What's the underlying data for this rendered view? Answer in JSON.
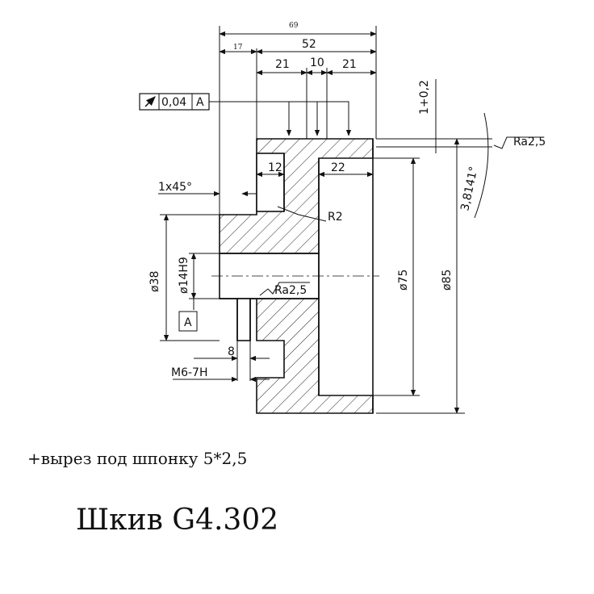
{
  "drawing": {
    "dims": {
      "overall": "69",
      "hub_width": "52",
      "offset": "17",
      "rim_left": "21",
      "web": "10",
      "rim_right": "21",
      "tolerance": "1+0,2",
      "groove_12": "12",
      "groove_22": "22",
      "chamfer": "1x45°",
      "fillet": "R2",
      "d38": "ø38",
      "bore": "ø14H9",
      "d75": "ø75",
      "d85": "ø85",
      "thread_depth": "8",
      "thread": "M6-7H",
      "angle": "3,8141°"
    },
    "tolerance_frame": {
      "value": "0,04",
      "datum": "A"
    },
    "datum_label": "A",
    "roughness": {
      "outer": "Ra2,5",
      "bore": "Ra2,5"
    }
  },
  "note": "+вырез под шпонку 5*2,5",
  "title": "Шкив G4.302"
}
